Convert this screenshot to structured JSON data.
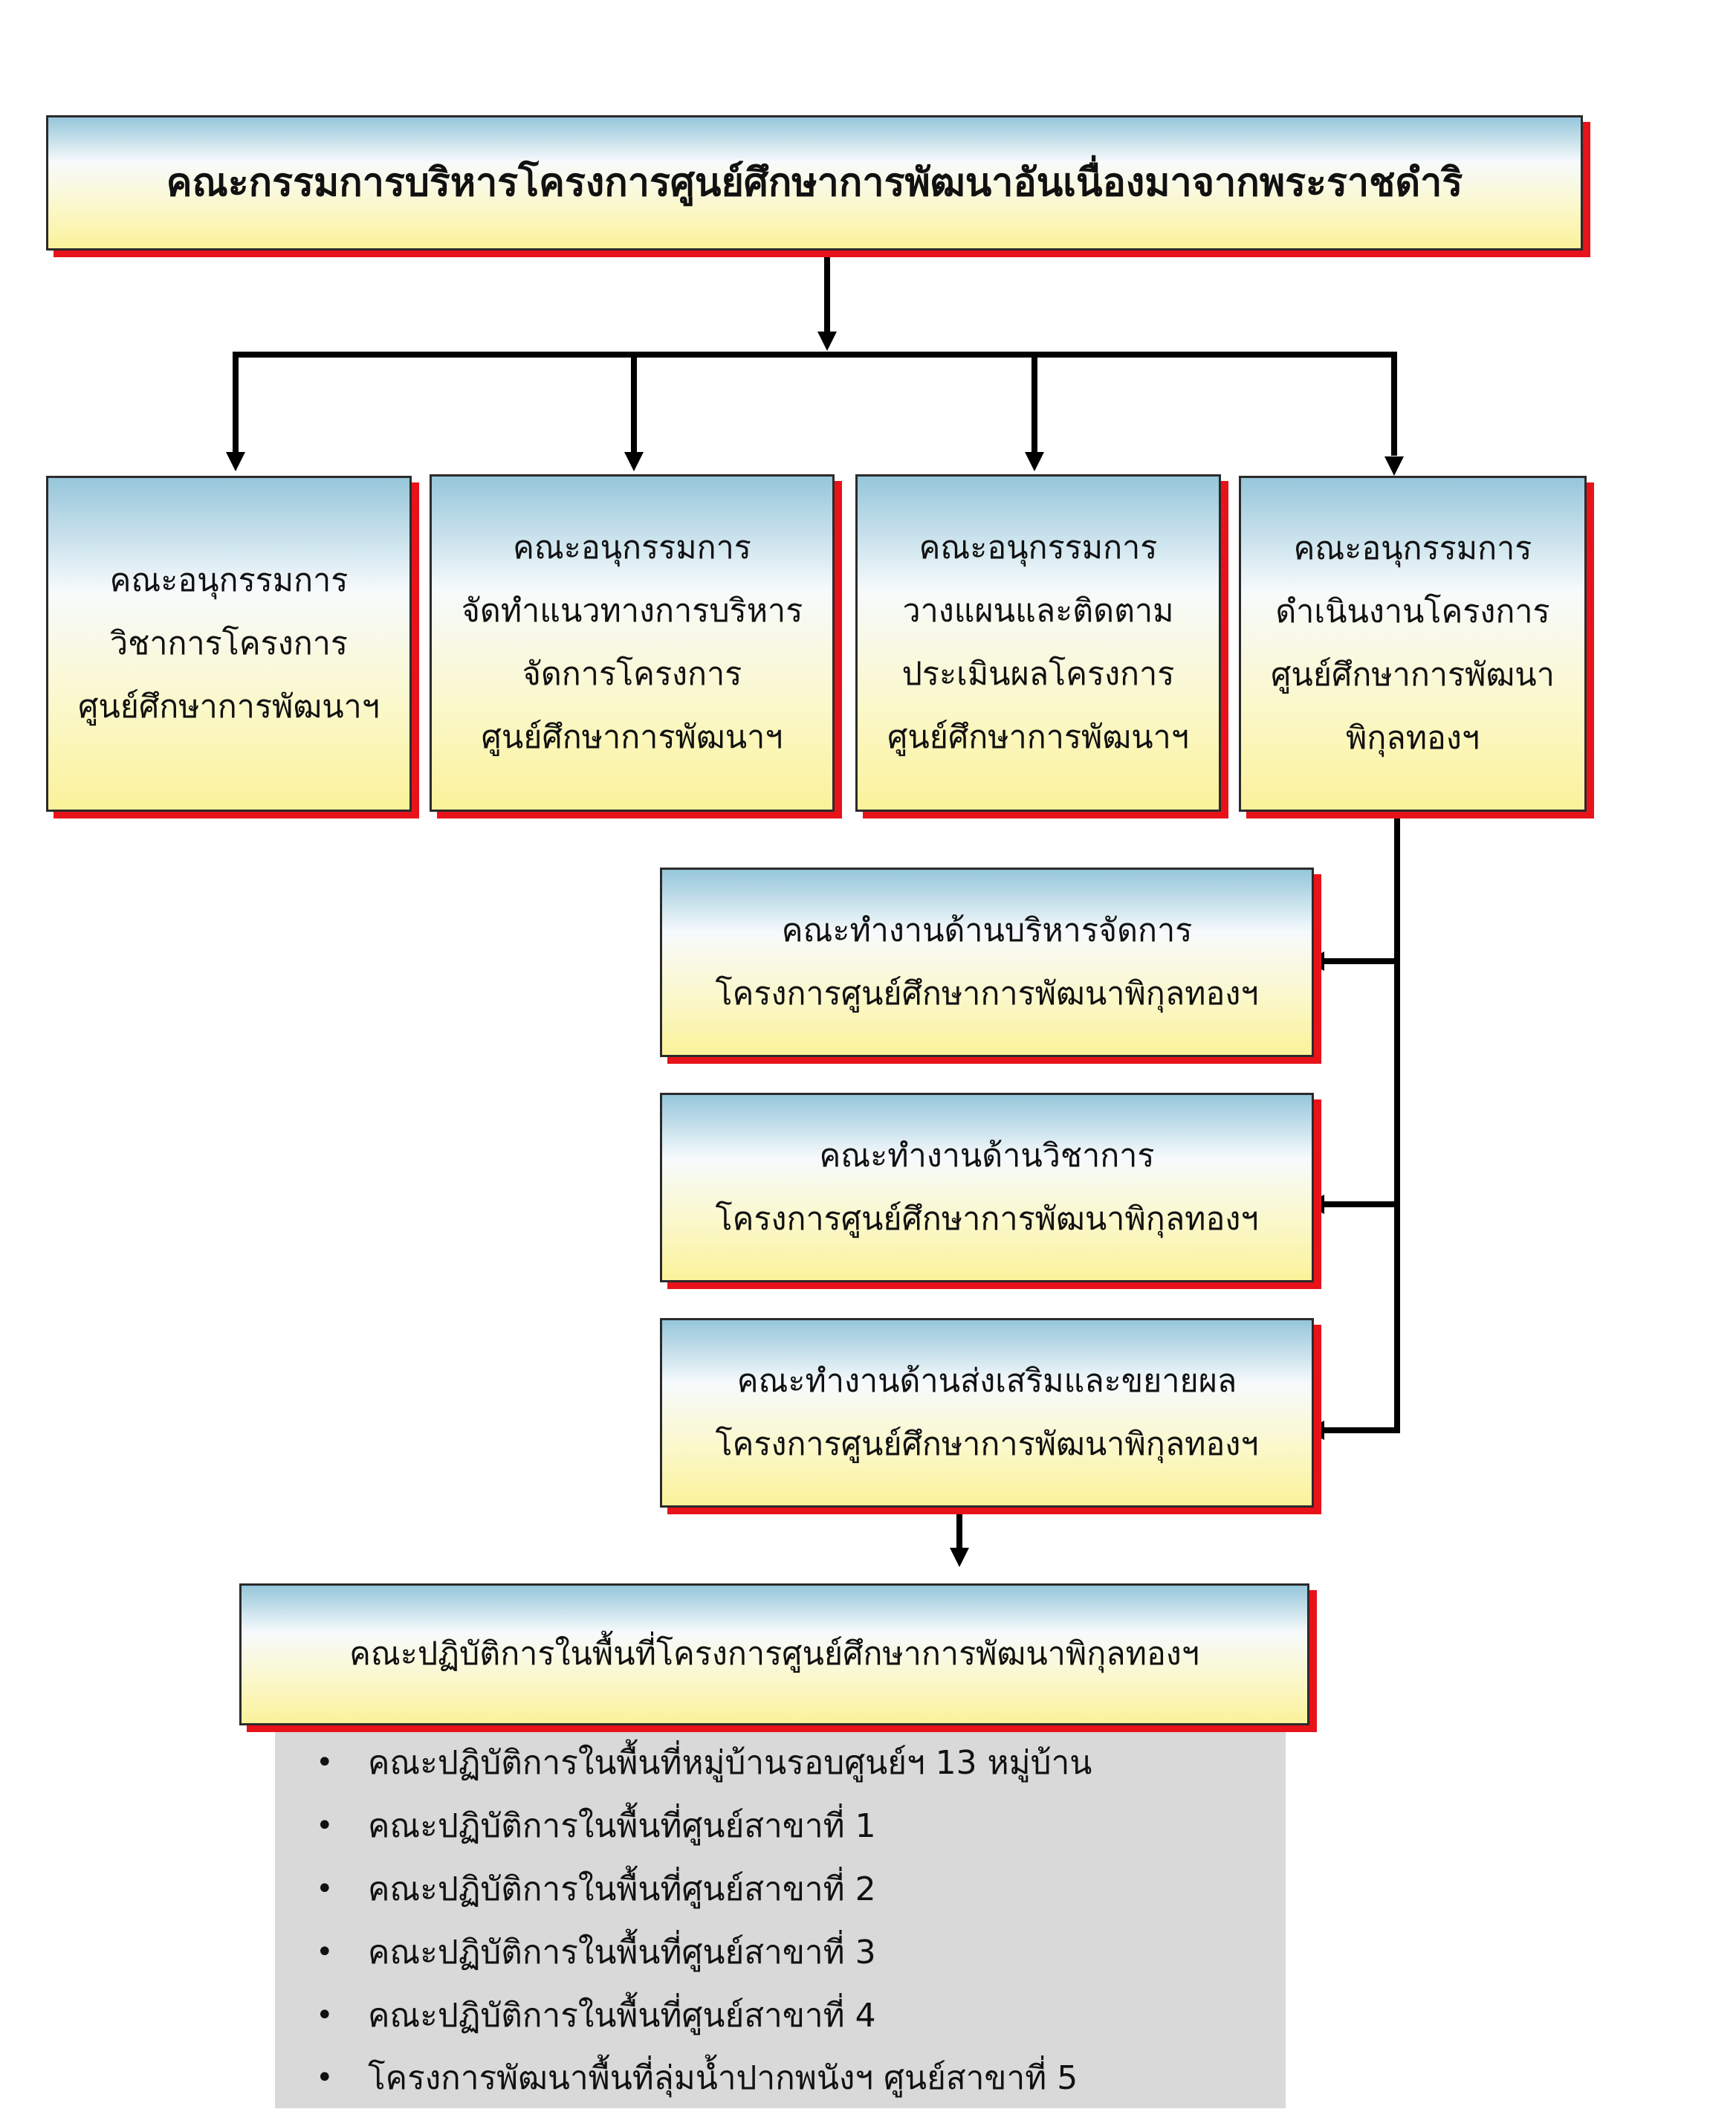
{
  "top_committee": {
    "lines": [
      "คณะกรรมการบริหารโครงการศูนย์ศึกษาการพัฒนาอันเนื่องมาจากพระราชดำริ"
    ]
  },
  "subcommittees": [
    {
      "lines": [
        "คณะอนุกรรมการ",
        "วิชาการโครงการ",
        "ศูนย์ศึกษาการพัฒนาฯ"
      ]
    },
    {
      "lines": [
        "คณะอนุกรรมการ",
        "จัดทำแนวทางการบริหาร",
        "จัดการโครงการ",
        "ศูนย์ศึกษาการพัฒนาฯ"
      ]
    },
    {
      "lines": [
        "คณะอนุกรรมการ",
        "วางแผนและติดตาม",
        "ประเมินผลโครงการ",
        "ศูนย์ศึกษาการพัฒนาฯ"
      ]
    },
    {
      "lines": [
        "คณะอนุกรรมการ",
        "ดำเนินงานโครงการ",
        "ศูนย์ศึกษาการพัฒนา",
        "พิกุลทองฯ"
      ]
    }
  ],
  "working_groups": [
    {
      "lines": [
        "คณะทำงานด้านบริหารจัดการ",
        "โครงการศูนย์ศึกษาการพัฒนาพิกุลทองฯ"
      ]
    },
    {
      "lines": [
        "คณะทำงานด้านวิชาการ",
        "โครงการศูนย์ศึกษาการพัฒนาพิกุลทองฯ"
      ]
    },
    {
      "lines": [
        "คณะทำงานด้านส่งเสริมและขยายผล",
        "โครงการศูนย์ศึกษาการพัฒนาพิกุลทองฯ"
      ]
    }
  ],
  "field_operations": {
    "title": "คณะปฏิบัติการในพื้นที่โครงการศูนย์ศึกษาการพัฒนาพิกุลทองฯ",
    "bullet_symbol": "•",
    "items": [
      "คณะปฏิบัติการในพื้นที่หมู่บ้านรอบศูนย์ฯ 13 หมู่บ้าน",
      "คณะปฏิบัติการในพื้นที่ศูนย์สาขาที่ 1",
      "คณะปฏิบัติการในพื้นที่ศูนย์สาขาที่ 2",
      "คณะปฏิบัติการในพื้นที่ศูนย์สาขาที่ 3",
      "คณะปฏิบัติการในพื้นที่ศูนย์สาขาที่ 4",
      "โครงการพัฒนาพื้นที่ลุ่มน้ำปากพนังฯ ศูนย์สาขาที่ 5"
    ]
  },
  "colors": {
    "box_gradient_top": "#96c6da",
    "box_gradient_bottom": "#fbf29a",
    "box_shadow": "#e8121b",
    "connector": "#000000",
    "list_panel": "#d9d9d9"
  }
}
